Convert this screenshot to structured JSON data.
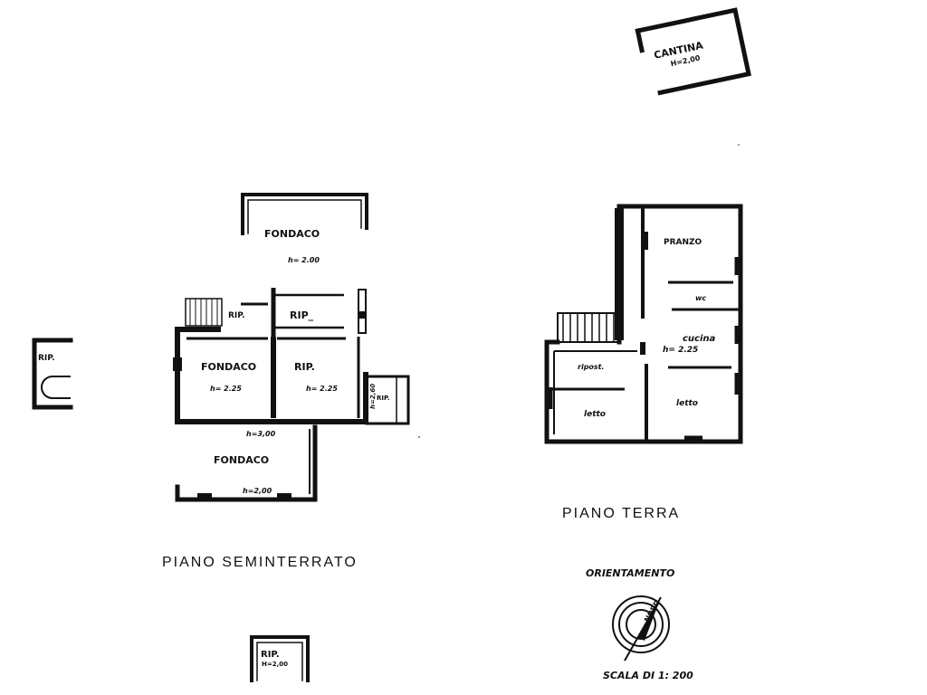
{
  "cantina": {
    "name": "CANTINA",
    "height": "H=2,00"
  },
  "seminterrato": {
    "title": "PIANO SEMINTERRATO",
    "fondaco_top": {
      "name": "FONDACO",
      "height": "h= 2.00"
    },
    "rip_small": "RIP.",
    "rip_mid": "RIP_",
    "fondaco_left": {
      "name": "FONDACO",
      "height": "h= 2.25"
    },
    "rip_center": {
      "name": "RIP.",
      "height": "h= 2.25"
    },
    "rip_right": {
      "name": "RIP.",
      "height": "h=2,60"
    },
    "fondaco_bottom": {
      "name": "FONDACO",
      "height": "h=2,00"
    },
    "corridor_height": "h=3,00"
  },
  "rip_left_detached": "RIP.",
  "rip_bottom_detached": {
    "name": "RIP.",
    "height": "H=2,00"
  },
  "terra": {
    "title": "PIANO TERRA",
    "pranzo": "PRANZO",
    "wc": "wc",
    "cucina": {
      "name": "cucina",
      "height": "h= 2.25"
    },
    "ripost": "ripost.",
    "letto_left": "letto",
    "letto_right": "letto"
  },
  "orientamento": {
    "label": "ORIENTAMENTO",
    "north": "NORD"
  },
  "scala": "SCALA DI 1: 200"
}
